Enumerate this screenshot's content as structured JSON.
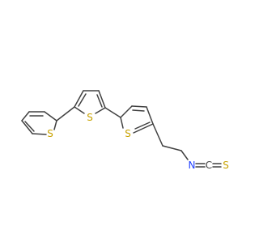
{
  "atoms": {
    "s1": {
      "label": "S",
      "color": "#c8a200"
    },
    "s2": {
      "label": "S",
      "color": "#c8a200"
    },
    "s3": {
      "label": "S",
      "color": "#c8a200"
    },
    "n": {
      "label": "N",
      "color": "#2040ff"
    },
    "c": {
      "label": "C",
      "color": "#404040"
    },
    "s4": {
      "label": "S",
      "color": "#c8a200"
    }
  },
  "bond_color": "#404040"
}
